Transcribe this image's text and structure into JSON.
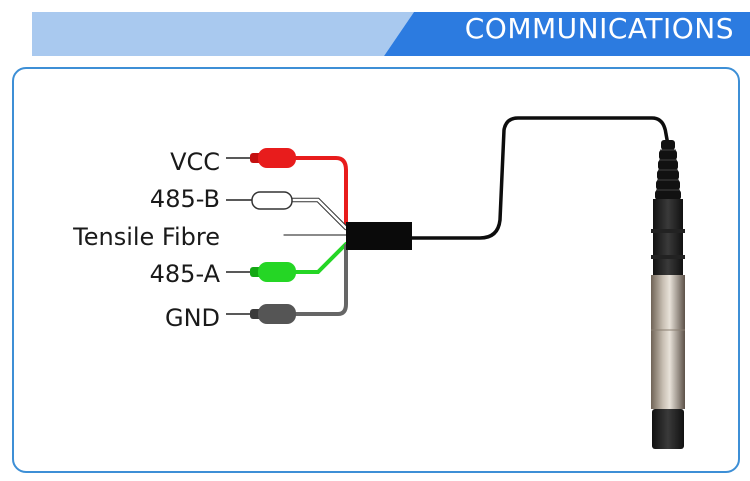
{
  "header": {
    "title": "COMMUNICATIONS"
  },
  "wires": [
    {
      "label": "VCC",
      "color": "#e81c1c"
    },
    {
      "label": "485-B",
      "color": "#ffffff"
    },
    {
      "label": "Tensile Fibre",
      "color": "#ffffff"
    },
    {
      "label": "485-A",
      "color": "#25d625"
    },
    {
      "label": "GND",
      "color": "#555555"
    }
  ],
  "colors": {
    "banner_light": "#a9c9ef",
    "banner_dark": "#2c7be0",
    "panel_border": "#3d8fd6"
  }
}
